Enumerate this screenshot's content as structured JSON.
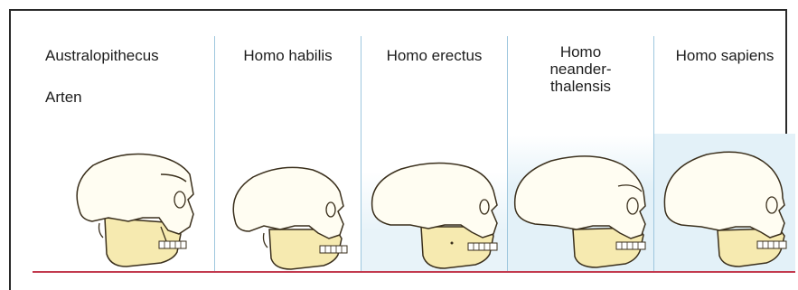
{
  "columns": [
    {
      "label": "Australopithecus",
      "sublabel": "Arten"
    },
    {
      "label": "Homo habilis"
    },
    {
      "label": "Homo  erectus"
    },
    {
      "label": "Homo\nneander-\nthalensis"
    },
    {
      "label": "Homo sapiens"
    }
  ],
  "colors": {
    "frame": "#2a2a2a",
    "divider": "#9ec7de",
    "tint": "#e3f1f8",
    "jaw": "#f6eab0",
    "skull_fill": "#fffdf2",
    "outline": "#3a2f1c",
    "baseline": "#c23a4e"
  }
}
